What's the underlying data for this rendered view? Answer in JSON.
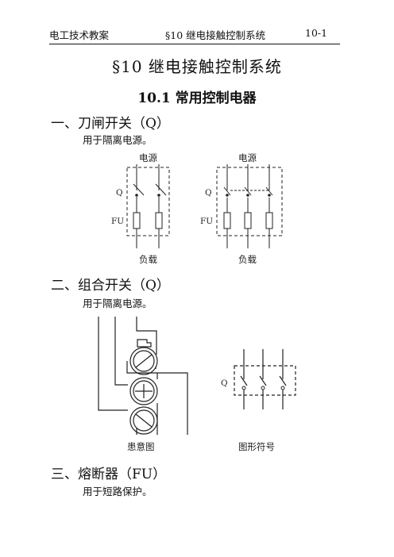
{
  "header": {
    "course": "电工技术教案",
    "chapter": "§10  继电接触控制系统",
    "page_no": "10-1"
  },
  "title": "§10  继电接触控制系统",
  "section": "10.1  常用控制电器",
  "items": [
    {
      "heading": "一、刀闸开关（Q）",
      "text": "用于隔离电源。"
    },
    {
      "heading": "二、组合开关（Q）",
      "text": "用于隔离电源。"
    },
    {
      "heading": "三、熔断器（FU）",
      "text": "用于短路保护。"
    }
  ],
  "fig1": {
    "left": {
      "top_label": "电源",
      "q_label": "Q",
      "fu_label": "FU",
      "bottom_label": "负载"
    },
    "right": {
      "top_label": "电源",
      "q_label": "Q",
      "fu_label": "FU",
      "bottom_label": "负载"
    }
  },
  "fig2": {
    "diagram_caption": "患意图",
    "symbol_caption": "图形符号",
    "q_label": "Q"
  }
}
